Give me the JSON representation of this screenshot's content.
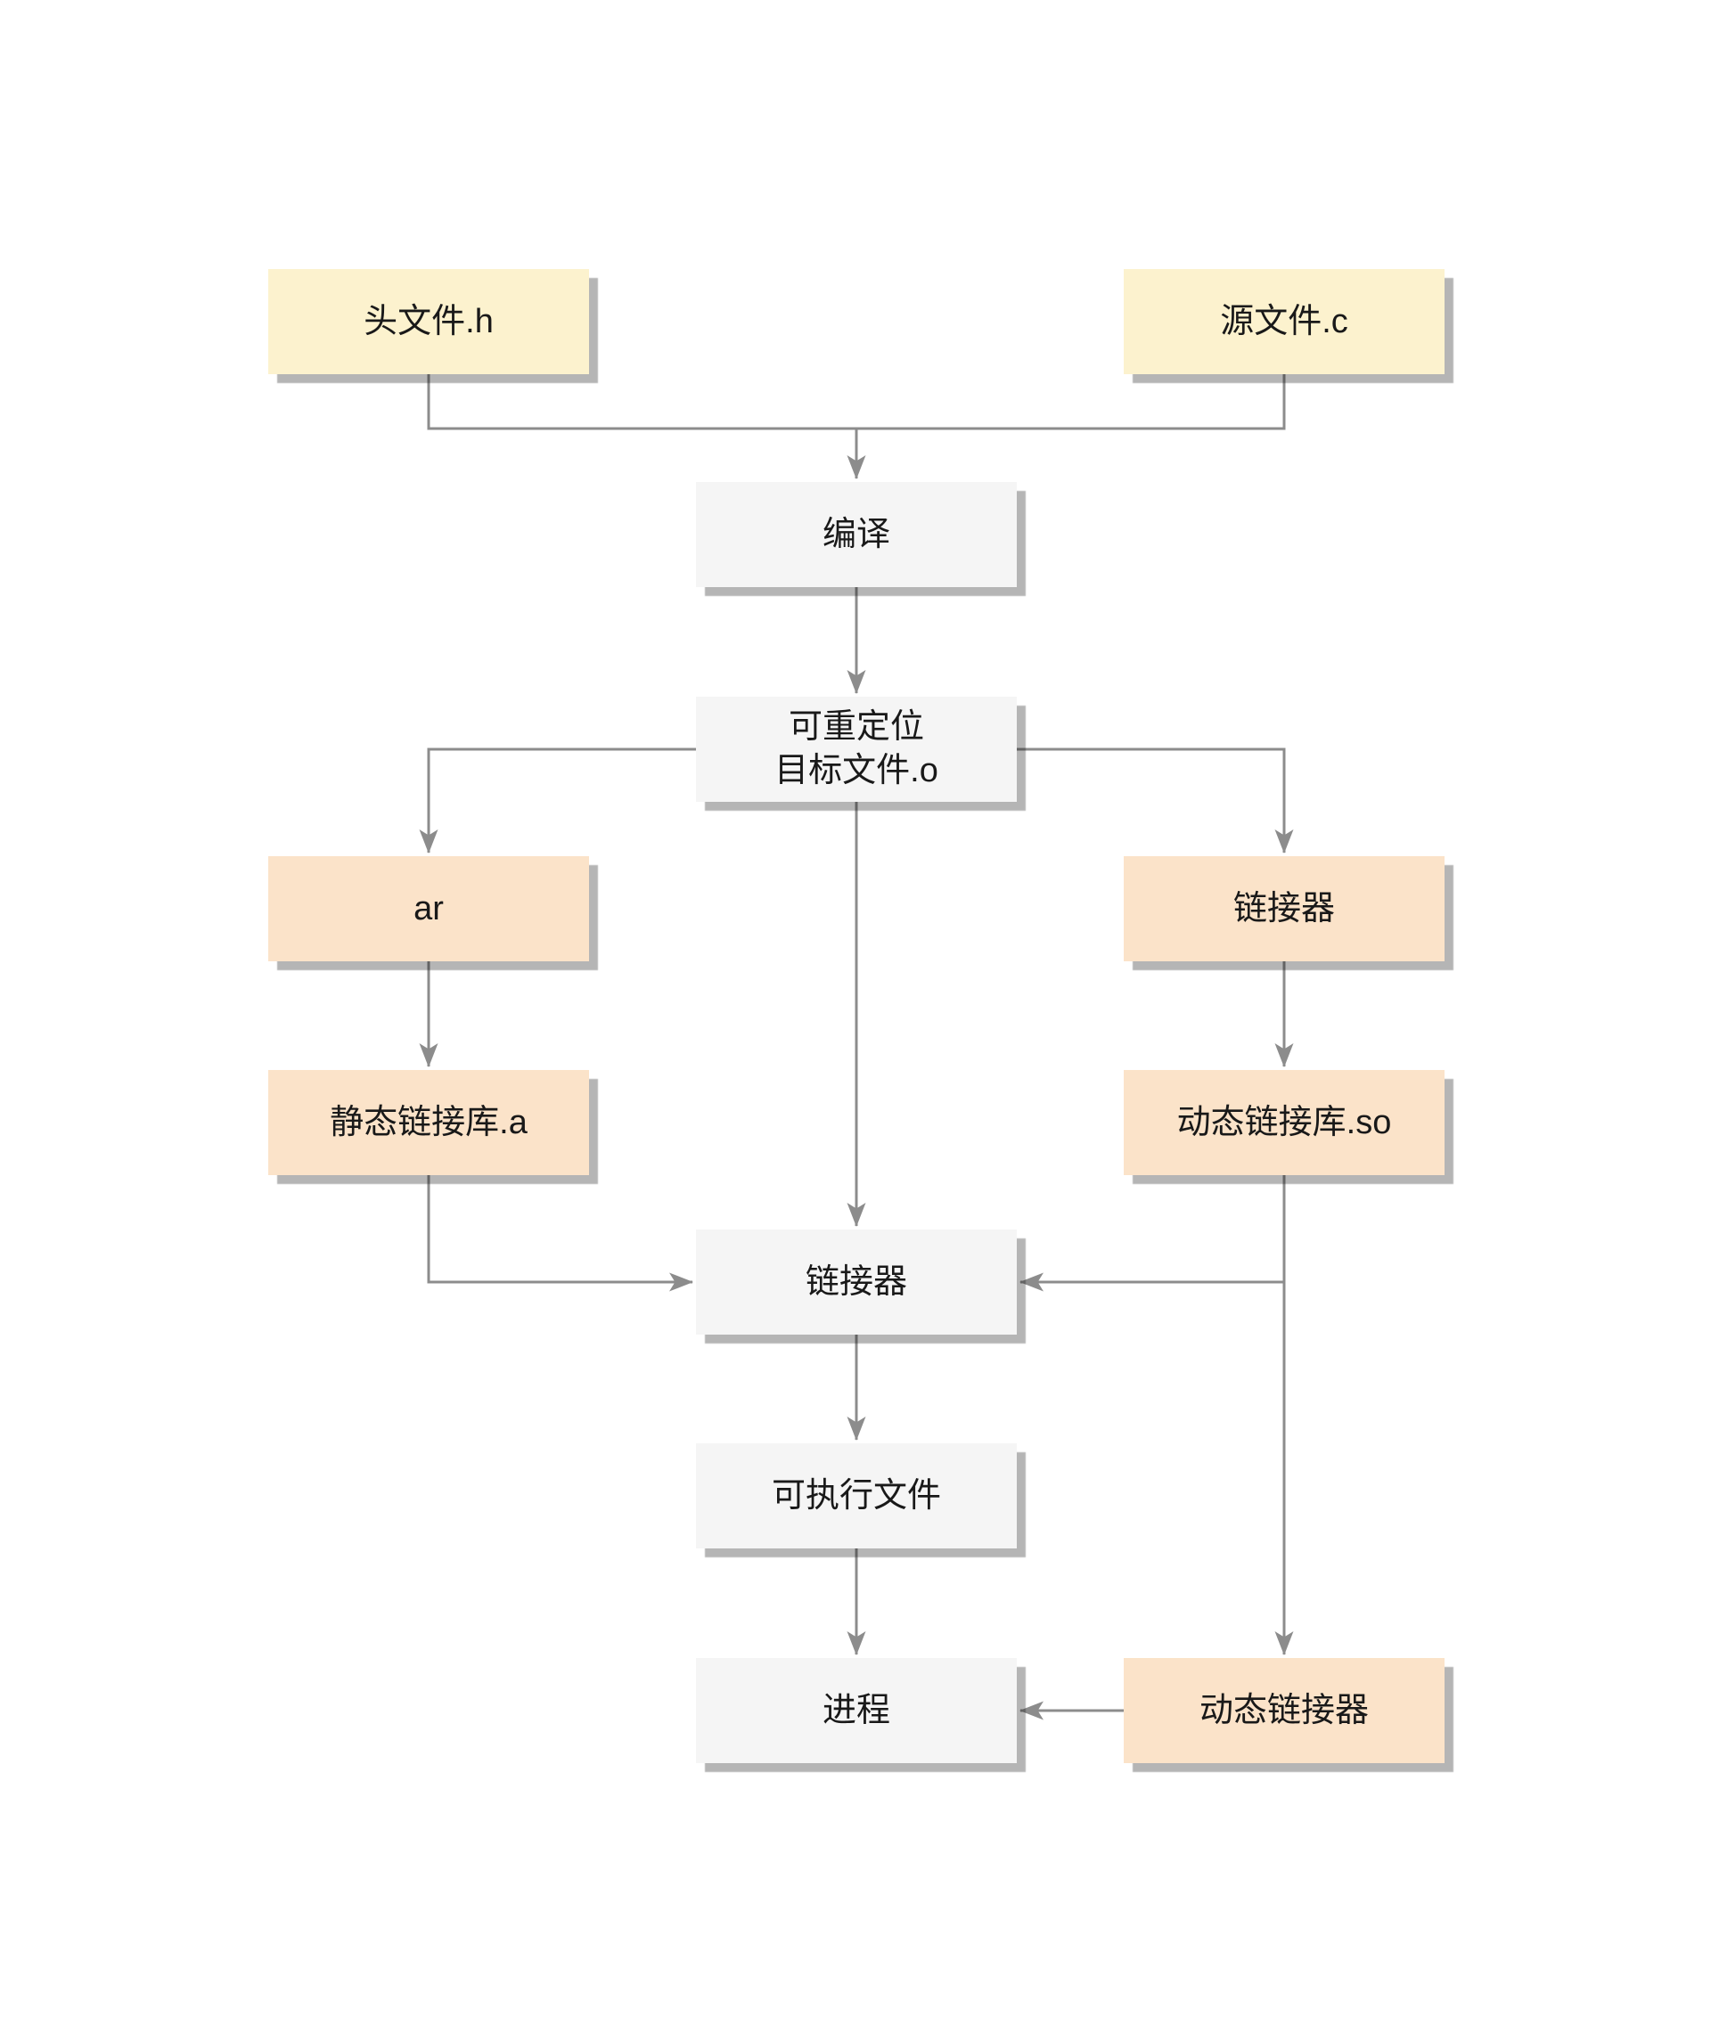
{
  "diagram": {
    "description": "C program compile and link flow",
    "colors": {
      "background": "#FFFFFF",
      "yellow_node_fill": "#FCF2CE",
      "orange_node_fill": "#FBE3C9",
      "gray_node_fill": "#F5F5F5",
      "connector": "#8C8C8C",
      "text": "#191919",
      "shadow": "#B5B5B5"
    },
    "nodes": {
      "header_file": {
        "label": "头文件.h"
      },
      "source_file": {
        "label": "源文件.c"
      },
      "compile": {
        "label": "编译"
      },
      "relocatable_object": {
        "label": "可重定位\n目标文件.o"
      },
      "ar": {
        "label": "ar"
      },
      "linker_right": {
        "label": "链接器"
      },
      "static_library": {
        "label": "静态链接库.a"
      },
      "dynamic_library": {
        "label": "动态链接库.so"
      },
      "linker_main": {
        "label": "链接器"
      },
      "executable": {
        "label": "可执行文件"
      },
      "process": {
        "label": "进程"
      },
      "dynamic_linker": {
        "label": "动态链接器"
      }
    },
    "edges": [
      {
        "from": "header_file",
        "to": "compile",
        "arrow": true
      },
      {
        "from": "source_file",
        "to": "compile",
        "arrow": true
      },
      {
        "from": "compile",
        "to": "relocatable_object",
        "arrow": true
      },
      {
        "from": "relocatable_object",
        "to": "ar",
        "arrow": true
      },
      {
        "from": "relocatable_object",
        "to": "linker_right",
        "arrow": true
      },
      {
        "from": "relocatable_object",
        "to": "linker_main",
        "arrow": true
      },
      {
        "from": "ar",
        "to": "static_library",
        "arrow": true
      },
      {
        "from": "linker_right",
        "to": "dynamic_library",
        "arrow": true
      },
      {
        "from": "static_library",
        "to": "linker_main",
        "arrow": true
      },
      {
        "from": "dynamic_library",
        "to": "linker_main",
        "arrow": true
      },
      {
        "from": "dynamic_library",
        "to": "dynamic_linker",
        "arrow": true
      },
      {
        "from": "linker_main",
        "to": "executable",
        "arrow": true
      },
      {
        "from": "executable",
        "to": "process",
        "arrow": true
      },
      {
        "from": "dynamic_linker",
        "to": "process",
        "arrow": true
      }
    ]
  }
}
